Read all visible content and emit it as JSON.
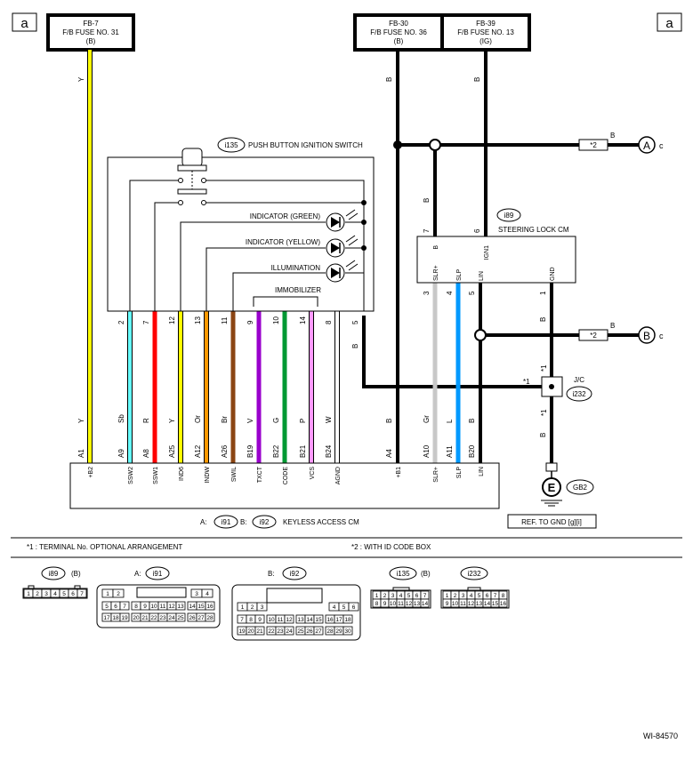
{
  "corner_labels": {
    "left": "a",
    "right": "a"
  },
  "fuses": {
    "fb7": {
      "line1": "FB-7",
      "line2": "F/B FUSE NO. 31",
      "line3": "(B)"
    },
    "fb30": {
      "line1": "FB-30",
      "line2": "F/B FUSE NO. 36",
      "line3": "(B)"
    },
    "fb39": {
      "line1": "FB-39",
      "line2": "F/B FUSE NO. 13",
      "line3": "(IG)"
    }
  },
  "switch": {
    "connector": "i135",
    "title": "PUSH BUTTON IGNITION SWITCH",
    "ind_green": "INDICATOR (GREEN)",
    "ind_yellow": "INDICATOR (YELLOW)",
    "illumination": "ILLUMINATION",
    "immobilizer": "IMMOBILIZER"
  },
  "steering": {
    "connector": "i89",
    "title": "STEERING LOCK CM"
  },
  "jc": {
    "label": "J/C",
    "connector": "i232",
    "star_left": "*1",
    "star_up": "*1",
    "star_down": "*1"
  },
  "ground": {
    "symbol": "E",
    "connector": "GB2",
    "ref": "REF. TO GND [g][i]"
  },
  "offpage": {
    "a": {
      "letter": "A",
      "suffix": "c",
      "star": "*2",
      "color": "B"
    },
    "b": {
      "letter": "B",
      "suffix": "c",
      "star": "*2",
      "color": "B"
    }
  },
  "keyless": {
    "a_prefix": "A:",
    "a_conn": "i91",
    "b_prefix": "B:",
    "b_conn": "i92",
    "title": "KEYLESS ACCESS CM"
  },
  "notes": {
    "note1": "*1 : TERMINAL No. OPTIONAL ARRANGEMENT",
    "note2": "*2 : WITH ID CODE BOX"
  },
  "wires": {
    "fuse_y": "Y",
    "fb30_b": "B",
    "fb39_b": "B",
    "sw_pins": [
      "2",
      "7",
      "12",
      "13",
      "11",
      "9",
      "10",
      "14",
      "8",
      "5"
    ],
    "sw_colors_bottom": [
      "Sb",
      "R",
      "Y",
      "Or",
      "Br",
      "V",
      "G",
      "P",
      "W",
      "B"
    ],
    "cm_pins": [
      "A1",
      "A9",
      "A8",
      "A25",
      "A12",
      "A26",
      "B19",
      "B22",
      "B21",
      "B24",
      "A4",
      "A10",
      "A11",
      "B20"
    ],
    "cm_names": [
      "+B2",
      "SSW2",
      "SSW1",
      "IND6",
      "INDW",
      "SWIL",
      "TXCT",
      "CODE",
      "VCS",
      "AGND",
      "+B1",
      "SLR+",
      "SLP",
      "LIN"
    ],
    "b_left": "B",
    "gr": "Gr",
    "l": "L",
    "b_lin": "B",
    "sl_pins": [
      "7",
      "6",
      "3",
      "4",
      "5",
      "1"
    ],
    "sl_names": [
      "B",
      "IGN1",
      "SLR+",
      "SLP",
      "LIN",
      "GND"
    ],
    "sl_top_b": "B",
    "gnd_b1": "B",
    "gnd_b2": "B",
    "gnd_b3": "B"
  },
  "connectors_bottom": {
    "i89": {
      "id": "i89",
      "tag": "(B)",
      "row": [
        "1",
        "2",
        "3",
        "4",
        "5",
        "6",
        "7"
      ]
    },
    "i91": {
      "prefix": "A:",
      "id": "i91",
      "row1": [
        "1",
        "2",
        "3",
        "4"
      ],
      "row2": [
        "5",
        "6",
        "7",
        "8",
        "9",
        "10",
        "11",
        "12",
        "13",
        "14",
        "15",
        "16"
      ],
      "row3": [
        "17",
        "18",
        "19",
        "20",
        "21",
        "22",
        "23",
        "24",
        "25",
        "26",
        "27",
        "28"
      ]
    },
    "i92": {
      "prefix": "B:",
      "id": "i92",
      "row1": [
        "1",
        "2",
        "3",
        "4",
        "5",
        "6"
      ],
      "row2": [
        "7",
        "8",
        "9",
        "10",
        "11",
        "12",
        "13",
        "14",
        "15",
        "16",
        "17",
        "18"
      ],
      "row3": [
        "19",
        "20",
        "21",
        "22",
        "23",
        "24",
        "25",
        "26",
        "27",
        "28",
        "29",
        "30"
      ]
    },
    "i135": {
      "id": "i135",
      "tag": "(B)",
      "row1": [
        "1",
        "2",
        "3",
        "4",
        "5",
        "6",
        "7"
      ],
      "row2": [
        "8",
        "9",
        "10",
        "11",
        "12",
        "13",
        "14"
      ]
    },
    "i232": {
      "id": "i232",
      "row1": [
        "1",
        "2",
        "3",
        "4",
        "5",
        "6",
        "7",
        "8"
      ],
      "row2": [
        "9",
        "10",
        "11",
        "12",
        "13",
        "14",
        "15",
        "16"
      ]
    }
  },
  "colors": {
    "Y": "#ffff00",
    "Sb": "#66ffff",
    "R": "#ff0000",
    "Or": "#ff9900",
    "Br": "#8b4513",
    "V": "#9900cc",
    "G": "#009933",
    "P": "#ff99ff",
    "W": "#ffffff",
    "B": "#000000",
    "Gr": "#c8c8c8",
    "L": "#0099ff"
  },
  "footer": "WI-84570"
}
